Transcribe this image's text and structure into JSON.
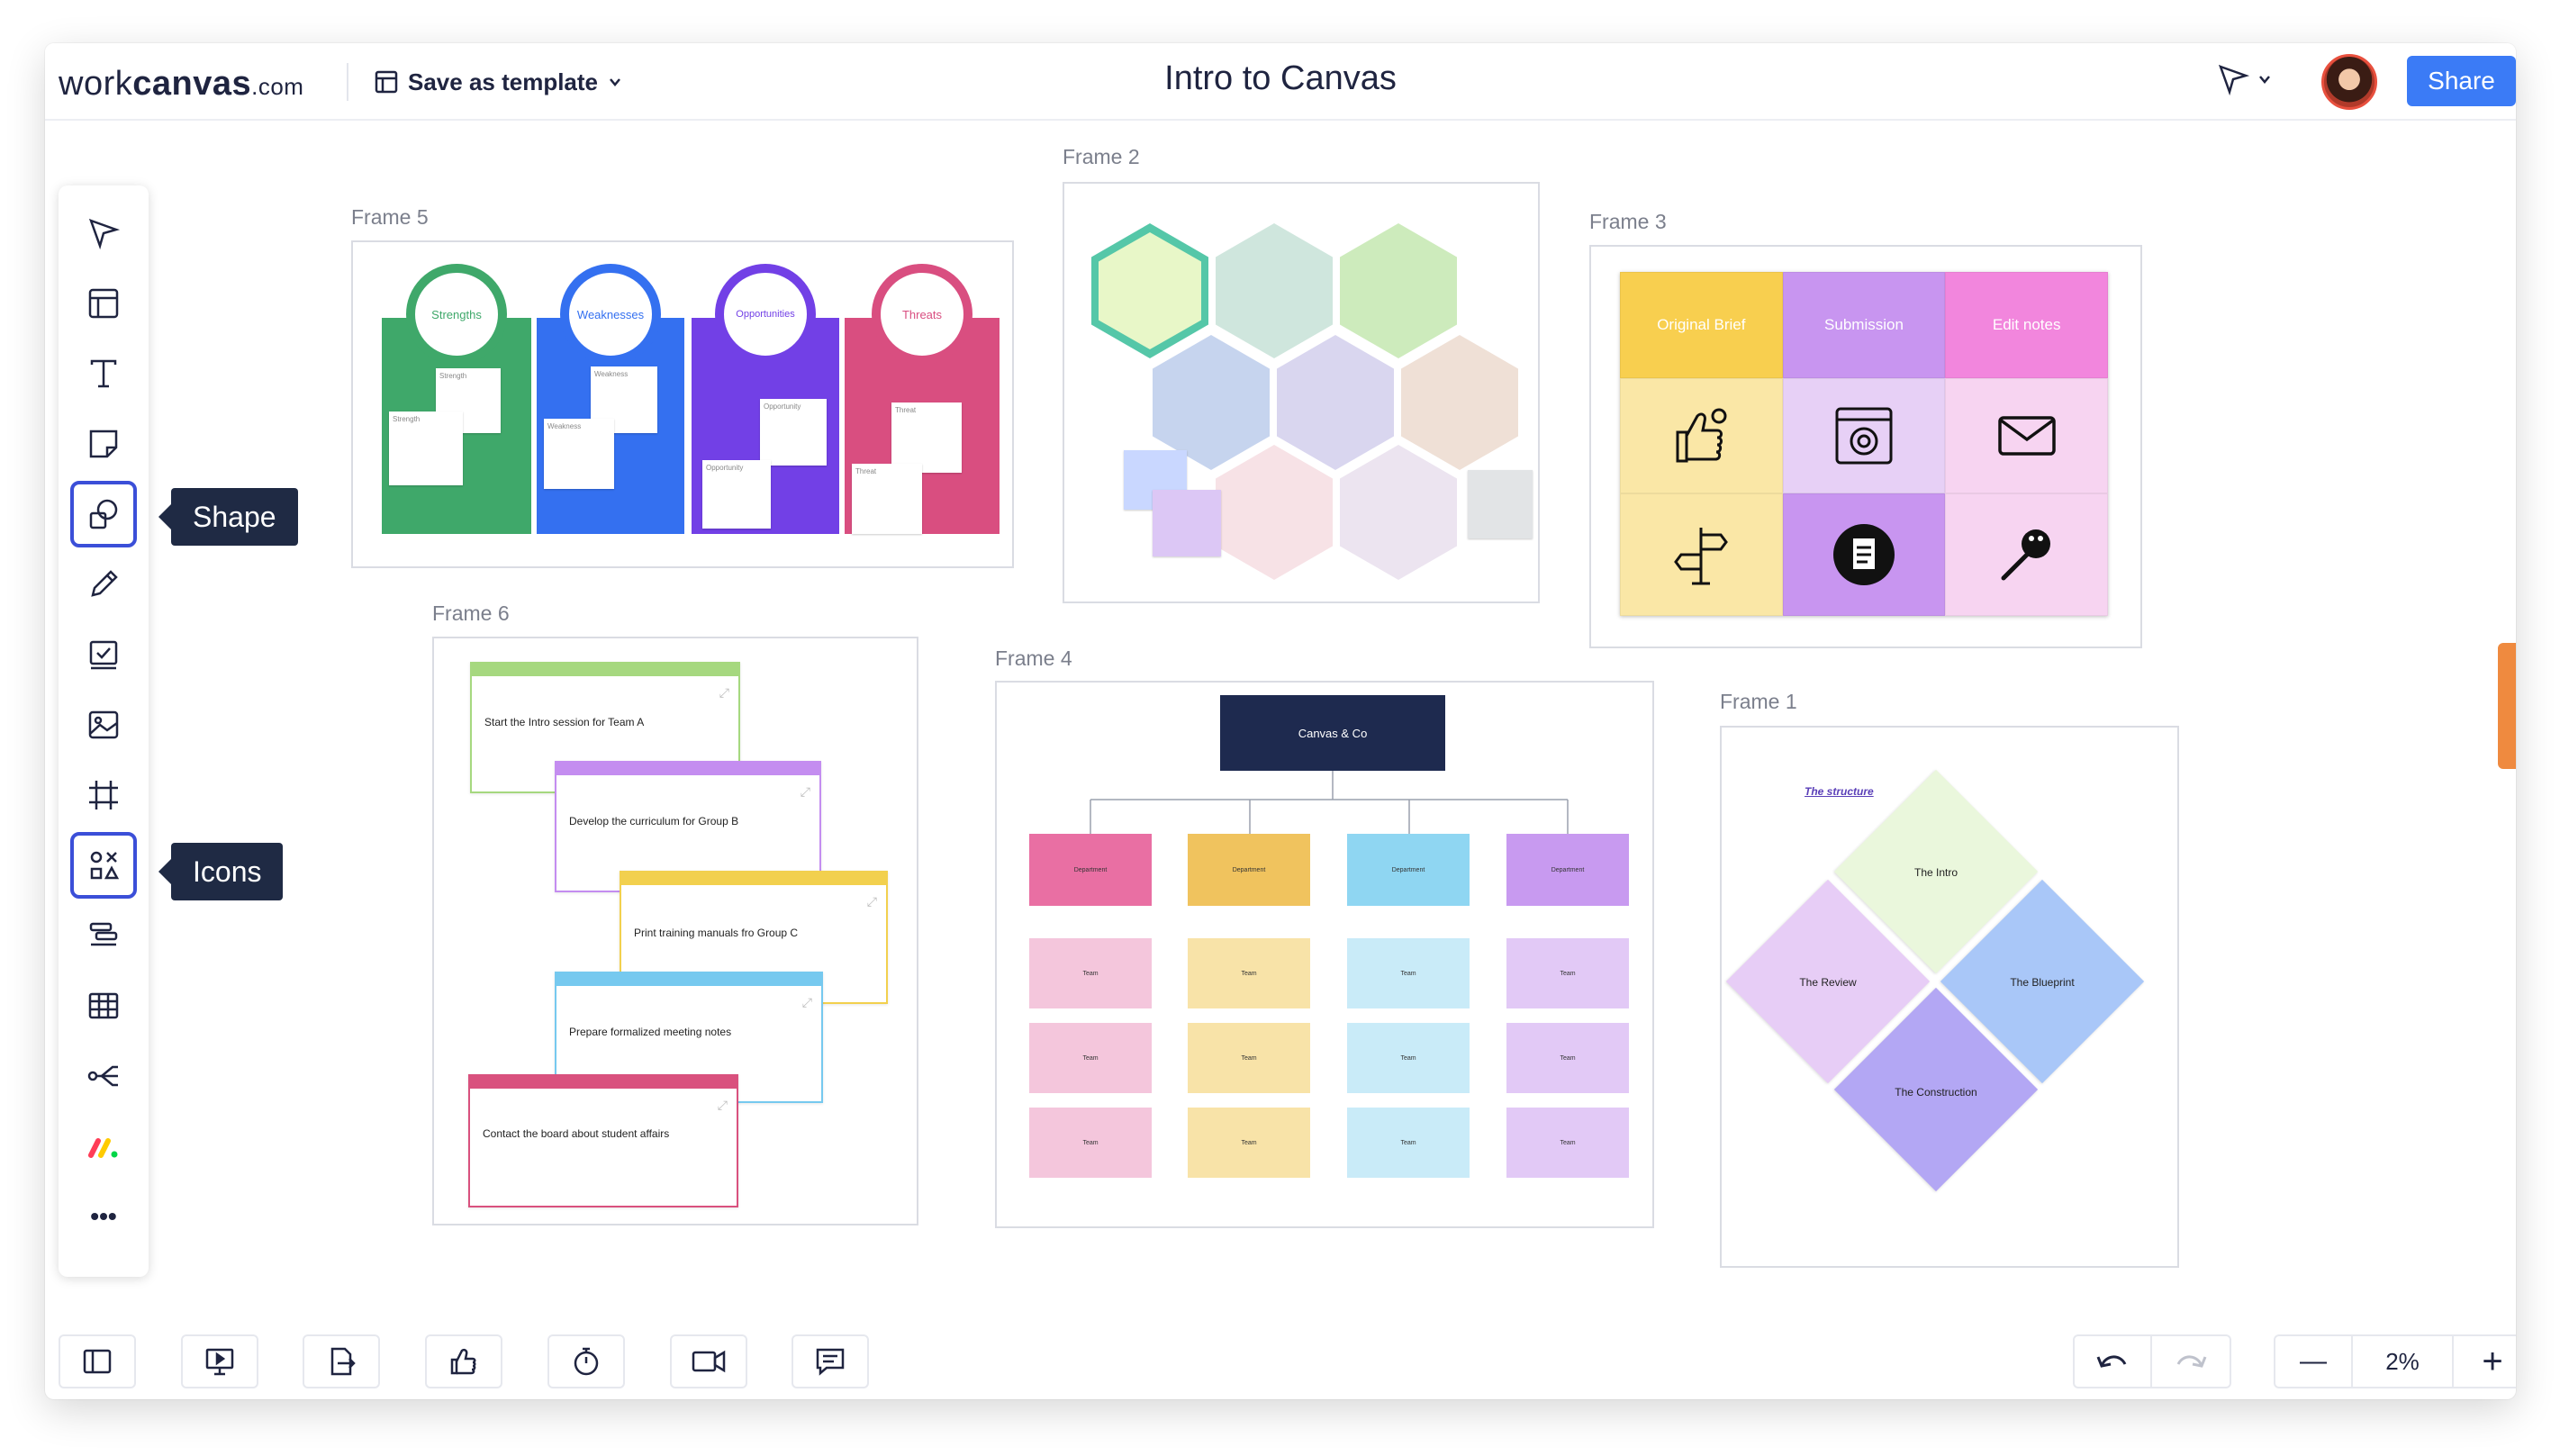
{
  "header": {
    "logo_light": "work",
    "logo_bold": "canvas",
    "logo_suffix": ".com",
    "save_template_label": "Save as template",
    "title": "Intro to Canvas",
    "share_label": "Share"
  },
  "toolbar": {
    "shape_tooltip": "Shape",
    "icons_tooltip": "Icons",
    "more_label": "•••"
  },
  "frames": {
    "f5": {
      "label": "Frame 5",
      "swot": [
        {
          "title": "Strengths",
          "note": "Strength",
          "color": "#3fa86a"
        },
        {
          "title": "Weaknesses",
          "note": "Weakness",
          "color": "#3470f0"
        },
        {
          "title": "Opportunities",
          "note": "Opportunity",
          "color": "#7240e6"
        },
        {
          "title": "Threats",
          "note": "Threat",
          "color": "#d94e80"
        }
      ]
    },
    "f2": {
      "label": "Frame 2"
    },
    "f3": {
      "label": "Frame 3",
      "headers": [
        "Original Brief",
        "Submission",
        "Edit notes"
      ]
    },
    "f6": {
      "label": "Frame 6",
      "cards": [
        {
          "text": "Start the Intro session for Team A",
          "color": "#a6d87f"
        },
        {
          "text": "Develop the curriculum for Group B",
          "color": "#c48df0"
        },
        {
          "text": "Print training manuals fro Group C",
          "color": "#f2d04e"
        },
        {
          "text": "Prepare formalized meeting notes",
          "color": "#76c9ef"
        },
        {
          "text": "Contact the board about student affairs",
          "color": "#d9517e"
        }
      ]
    },
    "f4": {
      "label": "Frame 4",
      "top": "Canvas & Co",
      "department": "Department",
      "team": "Team",
      "col_colors": [
        "#e96fa3",
        "#f0c35e",
        "#8fd6f2",
        "#c89af0"
      ],
      "team_colors": [
        "#f4c6dc",
        "#f8e3a8",
        "#c9ebf8",
        "#e2c9f6"
      ]
    },
    "f1": {
      "label": "Frame 1",
      "heading": "The structure",
      "intro": "The Intro",
      "review": "The Review",
      "blueprint": "The Blueprint",
      "construction": "The Construction"
    }
  },
  "zoom": {
    "value": "2%",
    "minus": "—",
    "plus": "+"
  }
}
